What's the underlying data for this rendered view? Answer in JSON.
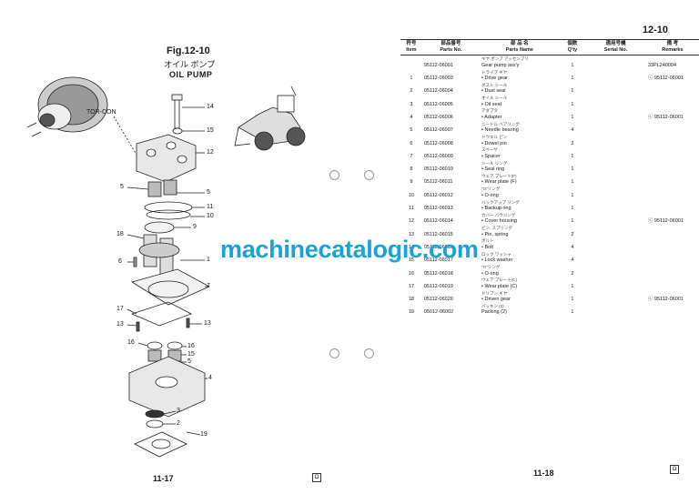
{
  "left_page": {
    "figure_number": "Fig.12-10",
    "title_jp": "オイル ポンプ",
    "title_en": "OIL PUMP",
    "torcon_label": "TOR-CON",
    "callouts": [
      "14",
      "15",
      "12",
      "5",
      "5",
      "11",
      "10",
      "9",
      "18",
      "6",
      "1",
      "7",
      "17",
      "13",
      "13",
      "16",
      "16",
      "15",
      "5",
      "4",
      "3",
      "2",
      "19"
    ],
    "page_number": "11-17",
    "corner_mark": "O"
  },
  "right_page": {
    "section_number": "12-10",
    "page_number": "11-18",
    "corner_mark": "O",
    "headers": {
      "item_jp": "符号",
      "item_en": "Item",
      "part_no_jp": "部品番号",
      "part_no_en": "Parts No.",
      "name_jp": "部 品 名",
      "name_en": "Parts Name",
      "qty_jp": "個数",
      "qty_en": "Q'ty",
      "serial_jp": "適用号機",
      "serial_en": "Serial No.",
      "remarks_jp": "備 考",
      "remarks_en": "Remarks"
    },
    "rows": [
      {
        "item": "",
        "part_no": "95112-06001",
        "name_jp": "ギヤ ポンプ アッセンブリ",
        "name": "Gear pump ass'y",
        "qty": "1",
        "remarks": "33PL240004"
      },
      {
        "item": "1",
        "part_no": "05112-06003",
        "name_jp": "ドライブ ギヤ",
        "name": "• Drive gear",
        "qty": "1",
        "remarks": "ⓒ 95112-06001"
      },
      {
        "item": "2",
        "part_no": "05112-06004",
        "name_jp": "ダスト シール",
        "name": "• Dust seal",
        "qty": "1",
        "remarks": ""
      },
      {
        "item": "3",
        "part_no": "05112-06005",
        "name_jp": "オイル シール",
        "name": "• Oil seal",
        "qty": "1",
        "remarks": ""
      },
      {
        "item": "4",
        "part_no": "05112-06006",
        "name_jp": "アダプタ",
        "name": "• Adapter",
        "qty": "1",
        "remarks": "ⓒ 95112-06001"
      },
      {
        "item": "5",
        "part_no": "05112-06007",
        "name_jp": "ニードル ベアリング",
        "name": "• Needle bearing",
        "qty": "4",
        "remarks": ""
      },
      {
        "item": "6",
        "part_no": "05112-06008",
        "name_jp": "ドウエル ピン",
        "name": "• Dowel pin",
        "qty": "2",
        "remarks": ""
      },
      {
        "item": "7",
        "part_no": "05112-06009",
        "name_jp": "スペーサ",
        "name": "• Spacer",
        "qty": "1",
        "remarks": ""
      },
      {
        "item": "8",
        "part_no": "05112-06010",
        "name_jp": "シール リング",
        "name": "• Seal ring",
        "qty": "1",
        "remarks": ""
      },
      {
        "item": "9",
        "part_no": "05112-06011",
        "name_jp": "ウェア プレート(F)",
        "name": "• Wear plate (F)",
        "qty": "1",
        "remarks": ""
      },
      {
        "item": "10",
        "part_no": "05112-06012",
        "name_jp": "\"O\"リング",
        "name": "• O-ring",
        "qty": "1",
        "remarks": ""
      },
      {
        "item": "11",
        "part_no": "05112-06013",
        "name_jp": "バックアップ リング",
        "name": "• Backup ring",
        "qty": "1",
        "remarks": ""
      },
      {
        "item": "12",
        "part_no": "05112-06014",
        "name_jp": "カバー ハウジング",
        "name": "• Cover housing",
        "qty": "1",
        "remarks": "ⓒ 95112-06001"
      },
      {
        "item": "13",
        "part_no": "05112-06015",
        "name_jp": "ピン, スプリング",
        "name": "• Pin, spring",
        "qty": "2",
        "remarks": ""
      },
      {
        "item": "14",
        "part_no": "05112-06016",
        "name_jp": "ボルト",
        "name": "• Bolt",
        "qty": "4",
        "remarks": ""
      },
      {
        "item": "15",
        "part_no": "05112-06017",
        "name_jp": "ロック ワッシャ",
        "name": "• Lock washer",
        "qty": "4",
        "remarks": ""
      },
      {
        "item": "16",
        "part_no": "05112-06018",
        "name_jp": "\"O\"リング",
        "name": "• O-ring",
        "qty": "2",
        "remarks": ""
      },
      {
        "item": "17",
        "part_no": "05112-06019",
        "name_jp": "ウェア プレート(C)",
        "name": "• Wear plate (C)",
        "qty": "1",
        "remarks": ""
      },
      {
        "item": "18",
        "part_no": "05112-06020",
        "name_jp": "ドリブン ギヤ",
        "name": "• Driven gear",
        "qty": "1",
        "remarks": "ⓒ 95112-06001"
      },
      {
        "item": "19",
        "part_no": "05012-06002",
        "name_jp": "パッキン (2)",
        "name": "Packing (2)",
        "qty": "1",
        "remarks": ""
      }
    ]
  },
  "watermark": "machinecatalogic.com"
}
